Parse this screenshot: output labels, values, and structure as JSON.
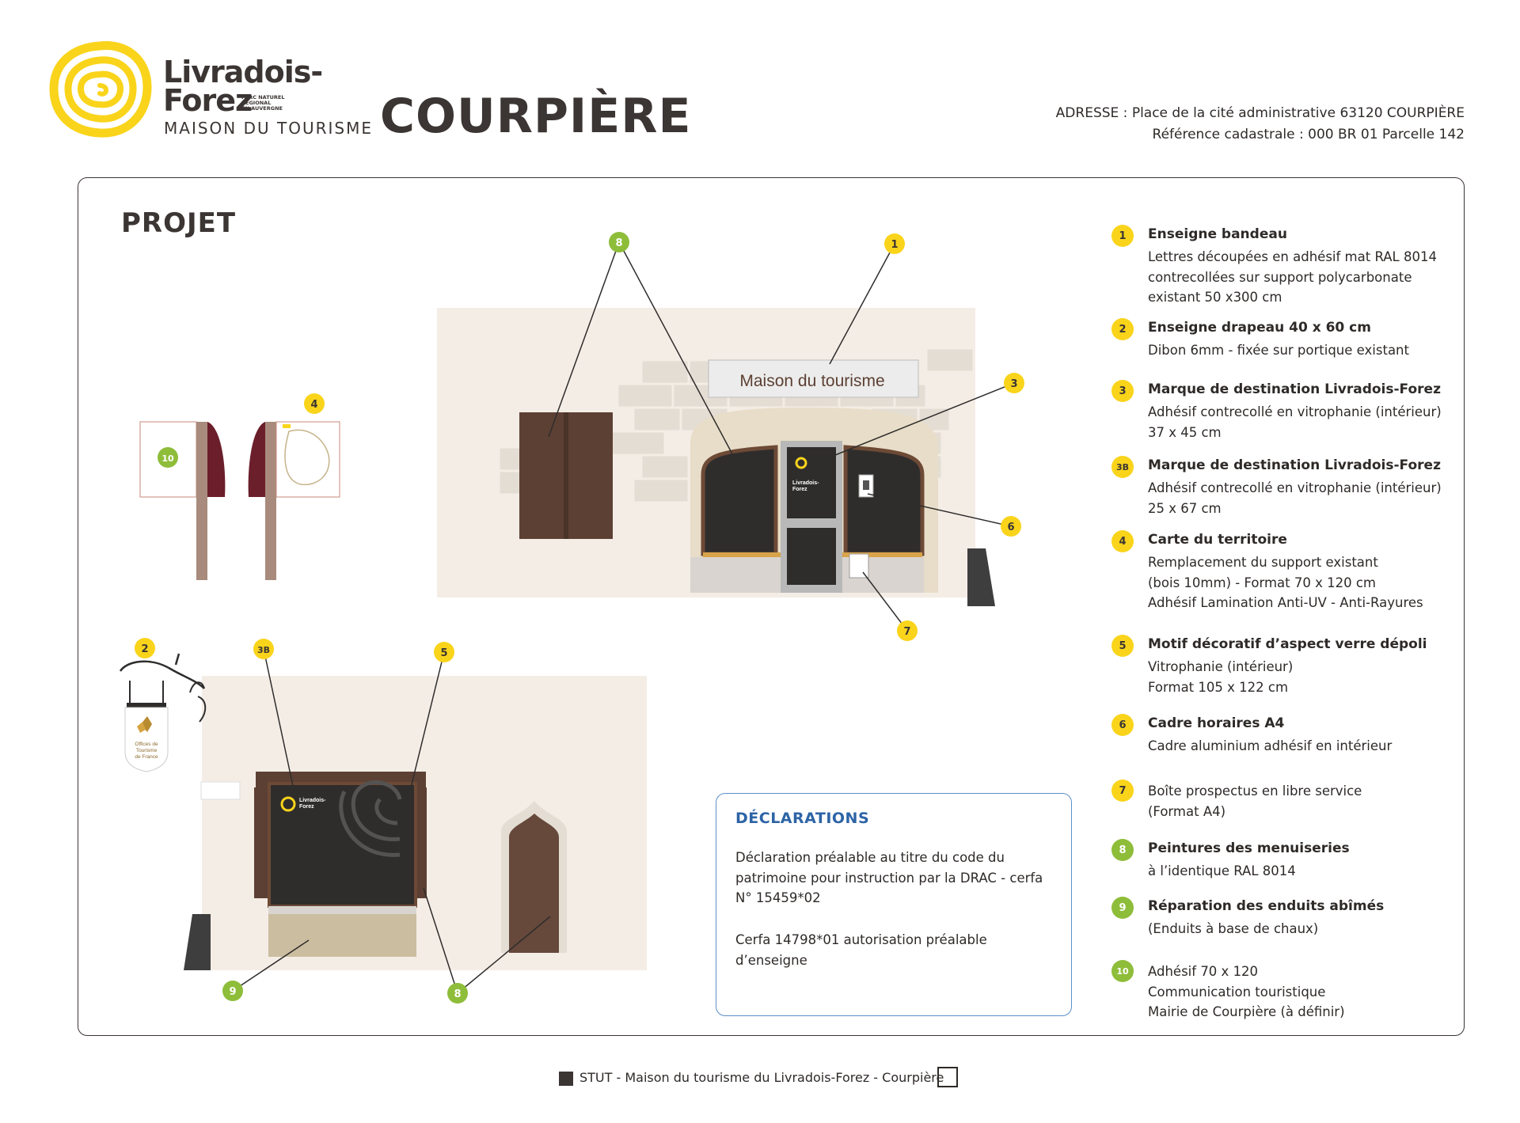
{
  "colors": {
    "brand_yellow": "#f9d41b",
    "brand_green": "#8ebd3a",
    "frame": "#3b3533",
    "declarations_blue": "#2d64a6",
    "joinery_brown": "#5c4033",
    "wall": "#f4ede6"
  },
  "header": {
    "logo": {
      "line1": "Livradois-",
      "line2": "Forez",
      "sub": [
        "PARC NATUREL",
        "RÉGIONAL",
        "EN AUVERGNE"
      ],
      "maison": "MAISON DU TOURISME"
    },
    "title": "COURPIÈRE",
    "address_label": "ADRESSE : ",
    "address": "Place de la cité administrative 63120 COURPIÈRE",
    "cadastre": "Référence cadastrale : 000 BR 01 Parcelle 142"
  },
  "section_title": "PROJET",
  "storefront": {
    "sign_text": "Maison du tourisme",
    "door_logo_line1": "Livradois-",
    "door_logo_line2": "Forez"
  },
  "second_facade": {
    "logo_line1": "Livradois-",
    "logo_line2": "Forez",
    "flag_text": [
      "Offices de",
      "Tourisme",
      "de France"
    ]
  },
  "markers": {
    "m1": "1",
    "m2": "2",
    "m3": "3",
    "m3b": "3B",
    "m4": "4",
    "m5": "5",
    "m6": "6",
    "m7": "7",
    "m8": "8",
    "m9": "9",
    "m10": "10"
  },
  "legend": [
    {
      "num": "1",
      "color": "yellow",
      "title": "Enseigne bandeau",
      "desc": "Lettres découpées en adhésif mat RAL 8014\ncontrecollées sur support polycarbonate\nexistant 50 x300 cm"
    },
    {
      "num": "2",
      "color": "yellow",
      "title": "Enseigne drapeau 40 x 60 cm",
      "desc": "Dibon 6mm - fixée sur portique existant"
    },
    {
      "num": "3",
      "color": "yellow",
      "title": "Marque de destination Livradois-Forez",
      "desc": "Adhésif contrecollé en vitrophanie (intérieur)\n37 x 45 cm"
    },
    {
      "num": "3B",
      "color": "yellow",
      "title": "Marque de destination Livradois-Forez",
      "desc": "Adhésif contrecollé en vitrophanie (intérieur)\n25 x 67 cm"
    },
    {
      "num": "4",
      "color": "yellow",
      "title": "Carte du territoire",
      "desc": "Remplacement du support existant\n(bois 10mm) - Format 70 x 120 cm\nAdhésif Lamination  Anti-UV - Anti-Rayures"
    },
    {
      "num": "5",
      "color": "yellow",
      "title": "Motif décoratif d’aspect verre dépoli",
      "desc": "Vitrophanie (intérieur)\nFormat 105 x 122 cm"
    },
    {
      "num": "6",
      "color": "yellow",
      "title": "Cadre horaires A4",
      "desc": "Cadre aluminium adhésif en intérieur"
    },
    {
      "num": "7",
      "color": "yellow",
      "title": "",
      "desc": "Boîte prospectus en libre service\n(Format A4)"
    },
    {
      "num": "8",
      "color": "green",
      "title": "Peintures des menuiseries",
      "desc": "à l’identique RAL 8014"
    },
    {
      "num": "9",
      "color": "green",
      "title": "Réparation des enduits abîmés",
      "desc": "(Enduits à base de chaux)"
    },
    {
      "num": "10",
      "color": "green",
      "title": "",
      "desc": "Adhésif 70 x 120\nCommunication touristique\nMairie de Courpière (à définir)"
    }
  ],
  "declarations": {
    "heading": "DÉCLARATIONS",
    "p1": "Déclaration préalable au titre du code du patrimoine pour instruction par la DRAC - cerfa N° 15459*02",
    "p2": "Cerfa  14798*01 autorisation préalable d’enseigne"
  },
  "footer": {
    "text": "STUT - Maison du tourisme du Livradois-Forez - Courpière"
  }
}
